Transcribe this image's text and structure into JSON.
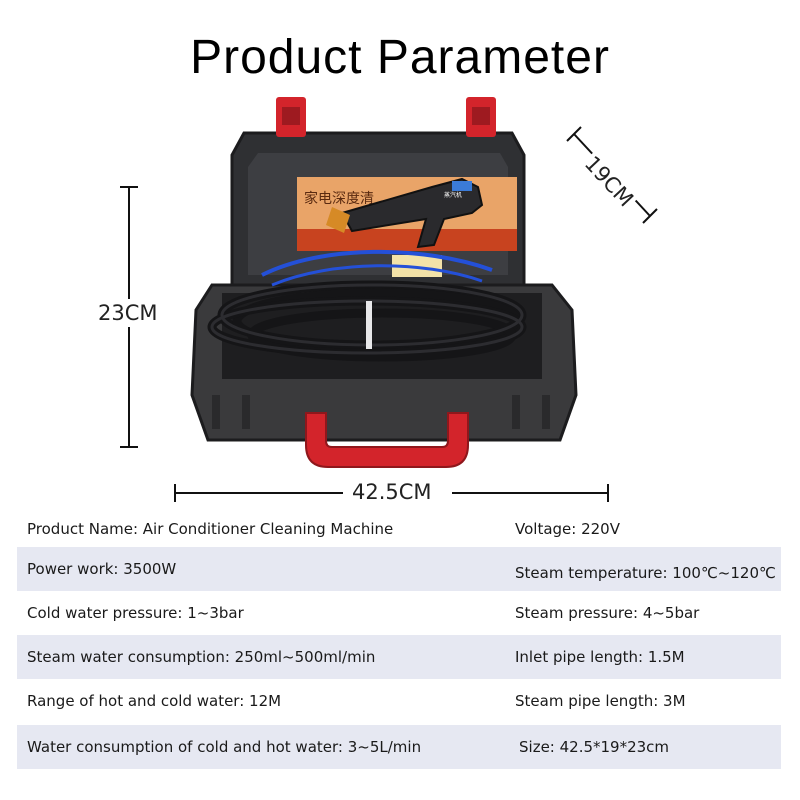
{
  "title": "Product Parameter",
  "dimensions": {
    "height": "23CM",
    "width": "42.5CM",
    "depth": "19CM"
  },
  "product_image": {
    "lid_label": "家电深度清",
    "gun_label": "蒸汽机"
  },
  "specs": [
    {
      "left": "Product Name: Air Conditioner Cleaning Machine",
      "right": "Voltage: 220V"
    },
    {
      "left": "Power work: 3500W",
      "right": "Steam temperature: 100℃~120℃"
    },
    {
      "left": "Cold water pressure: 1~3bar",
      "right": "Steam pressure: 4~5bar"
    },
    {
      "left": "Steam water consumption: 250ml~500ml/min",
      "right": "Inlet pipe length: 1.5M"
    },
    {
      "left": "Range of hot and cold water: 12M",
      "right": "Steam pipe length: 3M"
    },
    {
      "left": "Water consumption of cold and hot water: 3~5L/min",
      "right": "Size: 42.5*19*23cm"
    }
  ],
  "colors": {
    "case": "#3a3a3c",
    "handle": "#d3242b",
    "row_shade": "#e6e8f2"
  }
}
